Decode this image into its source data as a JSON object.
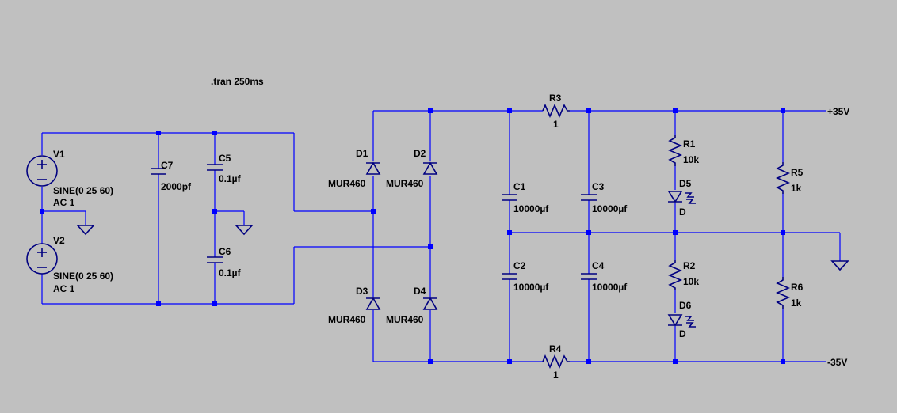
{
  "sim": {
    "directive": ".tran 250ms"
  },
  "components": {
    "V1": {
      "ref": "V1",
      "value": "SINE(0 25 60)",
      "ac": "AC 1"
    },
    "V2": {
      "ref": "V2",
      "value": "SINE(0 25 60)",
      "ac": "AC 1"
    },
    "C7": {
      "ref": "C7",
      "value": "2000pf"
    },
    "C5": {
      "ref": "C5",
      "value": "0.1µf"
    },
    "C6": {
      "ref": "C6",
      "value": "0.1µf"
    },
    "D1": {
      "ref": "D1",
      "value": "MUR460"
    },
    "D2": {
      "ref": "D2",
      "value": "MUR460"
    },
    "D3": {
      "ref": "D3",
      "value": "MUR460"
    },
    "D4": {
      "ref": "D4",
      "value": "MUR460"
    },
    "C1": {
      "ref": "C1",
      "value": "10000µf"
    },
    "C2": {
      "ref": "C2",
      "value": "10000µf"
    },
    "C3": {
      "ref": "C3",
      "value": "10000µf"
    },
    "C4": {
      "ref": "C4",
      "value": "10000µf"
    },
    "R3": {
      "ref": "R3",
      "value": "1"
    },
    "R4": {
      "ref": "R4",
      "value": "1"
    },
    "R1": {
      "ref": "R1",
      "value": "10k"
    },
    "R2": {
      "ref": "R2",
      "value": "10k"
    },
    "D5": {
      "ref": "D5",
      "value": "D"
    },
    "D6": {
      "ref": "D6",
      "value": "D"
    },
    "R5": {
      "ref": "R5",
      "value": "1k"
    },
    "R6": {
      "ref": "R6",
      "value": "1k"
    }
  },
  "nets": {
    "pos_rail": "+35V",
    "neg_rail": "-35V"
  },
  "colors": {
    "background": "#c0c0c0",
    "wire": "#0000ff",
    "component": "#000080",
    "text": "#000000"
  }
}
